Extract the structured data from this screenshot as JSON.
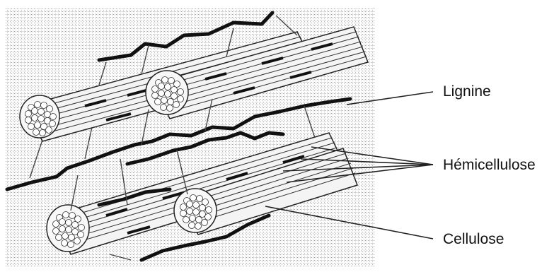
{
  "labels": {
    "lignine": "Lignine",
    "hemicellulose": "Hémicellulose",
    "cellulose": "Cellulose"
  },
  "colors": {
    "background": "#ffffff",
    "stipple": "#cfcfcf",
    "fiber": "#ffffff",
    "outline": "#1a1a1a",
    "lignin": "#111111"
  }
}
